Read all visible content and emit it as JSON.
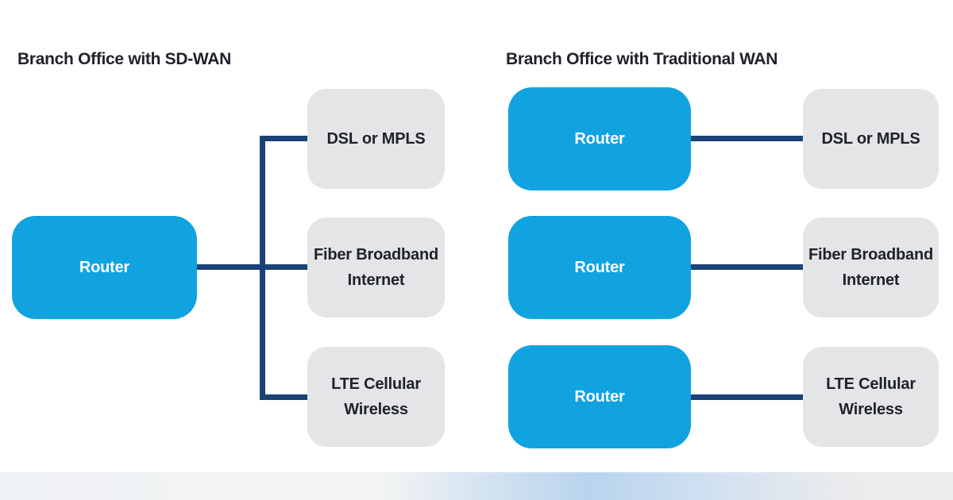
{
  "colors": {
    "router_blue": "#10a3e0",
    "node_gray": "#e4e5e7",
    "connector_navy": "#1a4276",
    "text_dark": "#20222b"
  },
  "left": {
    "title": "Branch Office with SD-WAN",
    "router_label": "Router",
    "nodes": [
      {
        "label": "DSL or MPLS"
      },
      {
        "label": "Fiber Broadband\nInternet"
      },
      {
        "label": "LTE Cellular\nWireless"
      }
    ]
  },
  "right": {
    "title": "Branch Office with Traditional WAN",
    "rows": [
      {
        "router_label": "Router",
        "node_label": "DSL or MPLS"
      },
      {
        "router_label": "Router",
        "node_label": "Fiber Broadband\nInternet"
      },
      {
        "router_label": "Router",
        "node_label": "LTE Cellular\nWireless"
      }
    ]
  }
}
